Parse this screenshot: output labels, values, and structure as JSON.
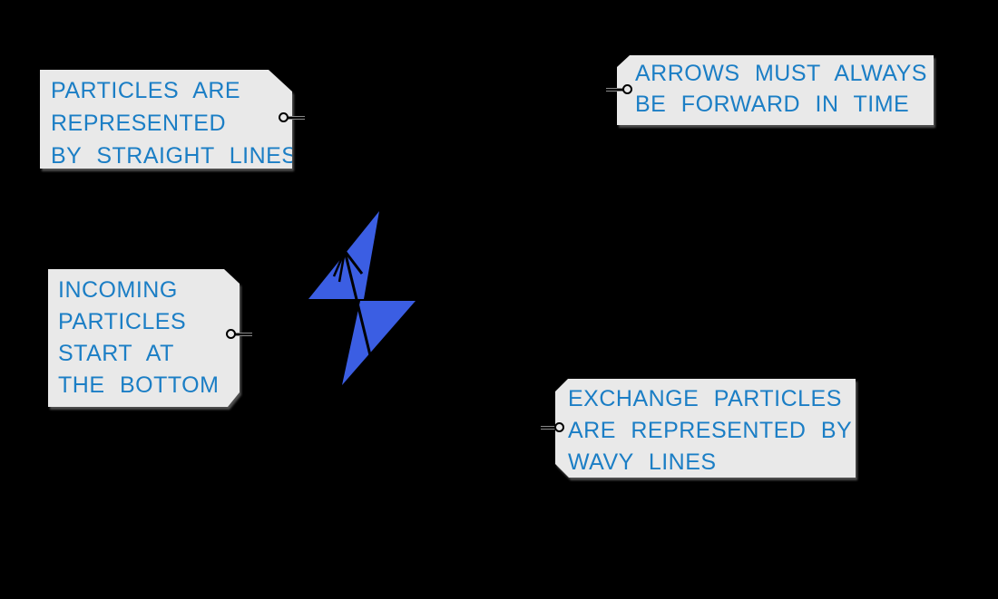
{
  "canvas": {
    "background": "#000000"
  },
  "diagram": {
    "type": "feynman-diagram-rules-figure",
    "arrowhead_color": "#3b5ee3",
    "line_color": "#000000",
    "note_fill": "#e9e9e9",
    "note_text_color": "#1b7ec5"
  },
  "annotations": {
    "straight_lines": {
      "lines": [
        "PARTICLES ARE",
        "REPRESENTED",
        "BY STRAIGHT LINES"
      ]
    },
    "forward_in_time": {
      "lines": [
        "ARROWS MUST ALWAYS",
        "BE FORWARD IN TIME"
      ]
    },
    "incoming_bottom": {
      "lines": [
        "INCOMING",
        "PARTICLES",
        "START AT",
        "THE BOTTOM"
      ]
    },
    "wavy_lines": {
      "lines": [
        "EXCHANGE PARTICLES",
        "ARE REPRESENTED BY",
        "WAVY LINES"
      ]
    }
  }
}
